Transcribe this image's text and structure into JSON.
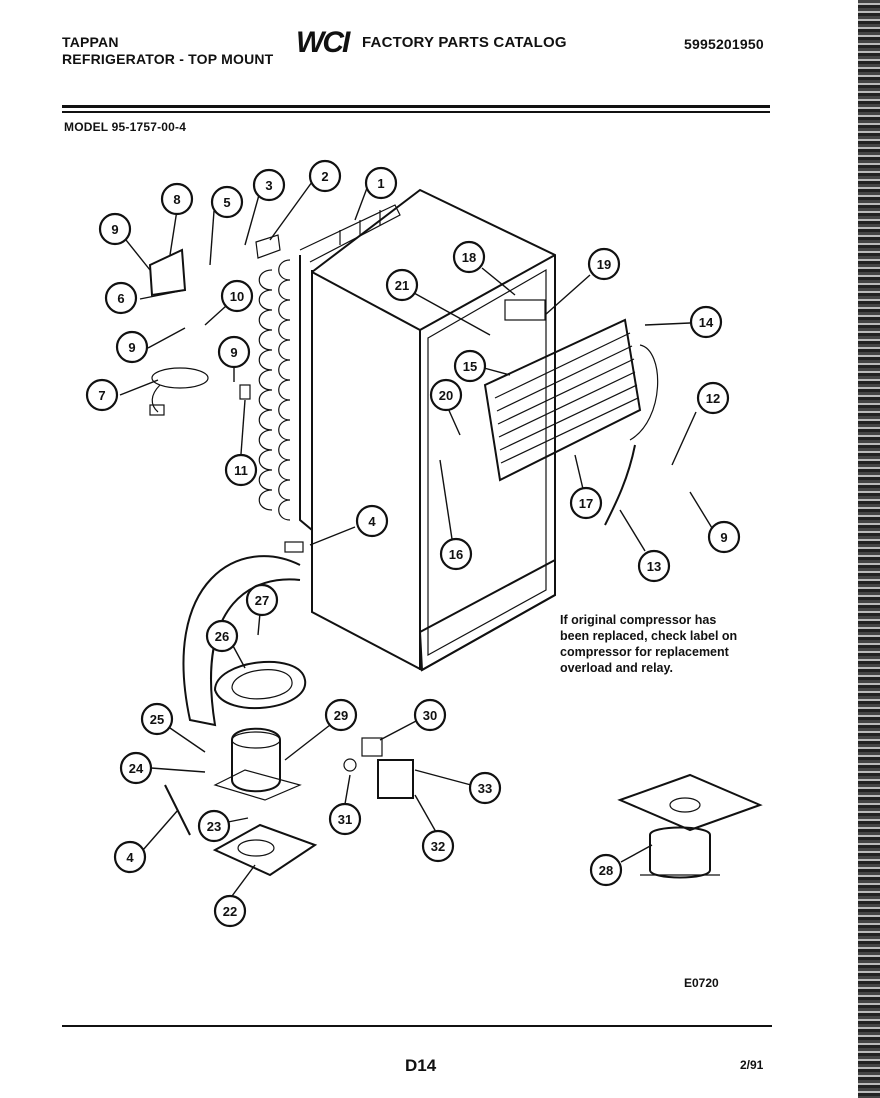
{
  "header": {
    "brand": "TAPPAN",
    "product_line": "REFRIGERATOR - TOP MOUNT",
    "logo": "WCI",
    "catalog_title": "FACTORY PARTS CATALOG",
    "catalog_number": "5995201950"
  },
  "model_label": "MODEL 95-1757-00-4",
  "note_lines": [
    "If original compressor has",
    "been replaced, check label on",
    "compressor for replacement",
    "overload and relay."
  ],
  "diagram_code": "E0720",
  "page_number": "D14",
  "date_code": "2/91",
  "callouts": [
    "1",
    "2",
    "3",
    "4",
    "5",
    "6",
    "7",
    "8",
    "9",
    "10",
    "11",
    "12",
    "13",
    "14",
    "15",
    "16",
    "17",
    "18",
    "19",
    "20",
    "21",
    "22",
    "23",
    "24",
    "25",
    "26",
    "27",
    "28",
    "29",
    "30",
    "31",
    "32",
    "33"
  ]
}
